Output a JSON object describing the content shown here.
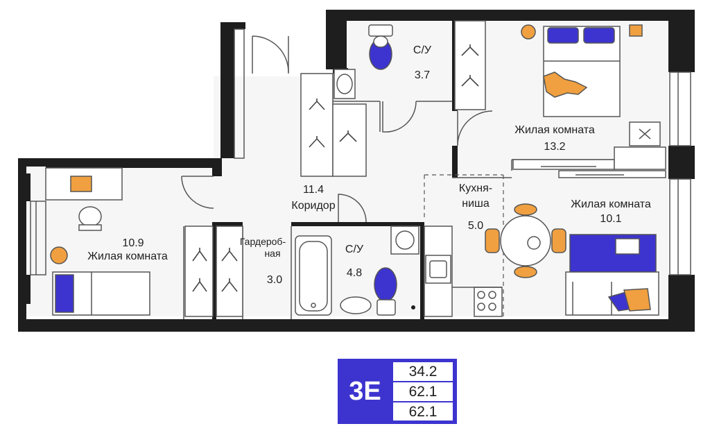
{
  "rooms": {
    "wc_small": {
      "name": "С/У",
      "area": "3.7"
    },
    "bedroom_large": {
      "name": "Жилая комната",
      "area": "13.2"
    },
    "corridor": {
      "area": "11.4",
      "name": "Коридор"
    },
    "kitchen": {
      "name_line1": "Кухня-",
      "name_line2": "ниша",
      "area": "5.0"
    },
    "living": {
      "name": "Жилая комната",
      "area": "10.1"
    },
    "bedroom_left": {
      "area": "10.9",
      "name": "Жилая комната"
    },
    "wardrobe": {
      "name_line1": "Гардероб-",
      "name_line2": "ная",
      "area": "3.0"
    },
    "bathroom": {
      "name": "С/У",
      "area": "4.8"
    }
  },
  "summary": {
    "type": "3Е",
    "living_area": "34.2",
    "total_area": "62.1",
    "total_area_with_balcony": "62.1"
  },
  "colors": {
    "wall": "#1e1e1e",
    "accent": "#3d34cf",
    "furniture_accent": "#f0a040",
    "line": "#555555",
    "floor": "#f6f6f6"
  }
}
